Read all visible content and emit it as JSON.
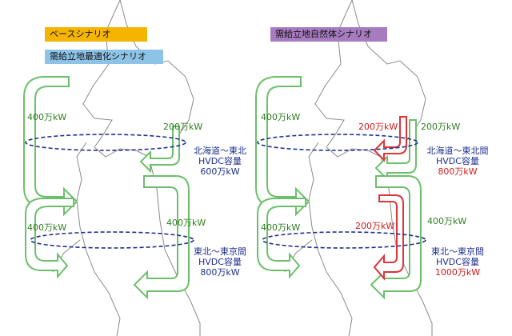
{
  "colors": {
    "base": "#f4b400",
    "optimized": "#8ec3e8",
    "natural": "#a77bbf",
    "arrow_green": "#6cc06c",
    "arrow_red": "#e0333a",
    "ellipse": "#1f2f8c"
  },
  "left_panel": {
    "legend_base": "ベースシナリオ",
    "legend_optimized": "需給立地最適化シナリオ",
    "flow_north_west": "400万kW",
    "flow_north_east": "200万kW",
    "link1": {
      "line1": "北海道～東北",
      "line2": "HVDC容量",
      "line3": "600万kW"
    },
    "flow_south_west": "400万kW",
    "flow_south_east": "400万kW",
    "link2": {
      "line1": "東北～東京間",
      "line2": "HVDC容量",
      "line3": "800万kW"
    }
  },
  "right_panel": {
    "legend_natural": "需給立地自然体シナリオ",
    "flow_north_west": "400万kW",
    "flow_north_red": "200万kW",
    "flow_north_east": "200万kW",
    "link1": {
      "line1": "北海道～東北間",
      "line2": "HVDC容量",
      "line3": "800万kW"
    },
    "flow_south_west": "400万kW",
    "flow_south_red": "200万kW",
    "flow_south_east": "400万kW",
    "link2": {
      "line1": "東北～東京間",
      "line2": "HVDC容量",
      "line3": "1000万kW"
    }
  }
}
